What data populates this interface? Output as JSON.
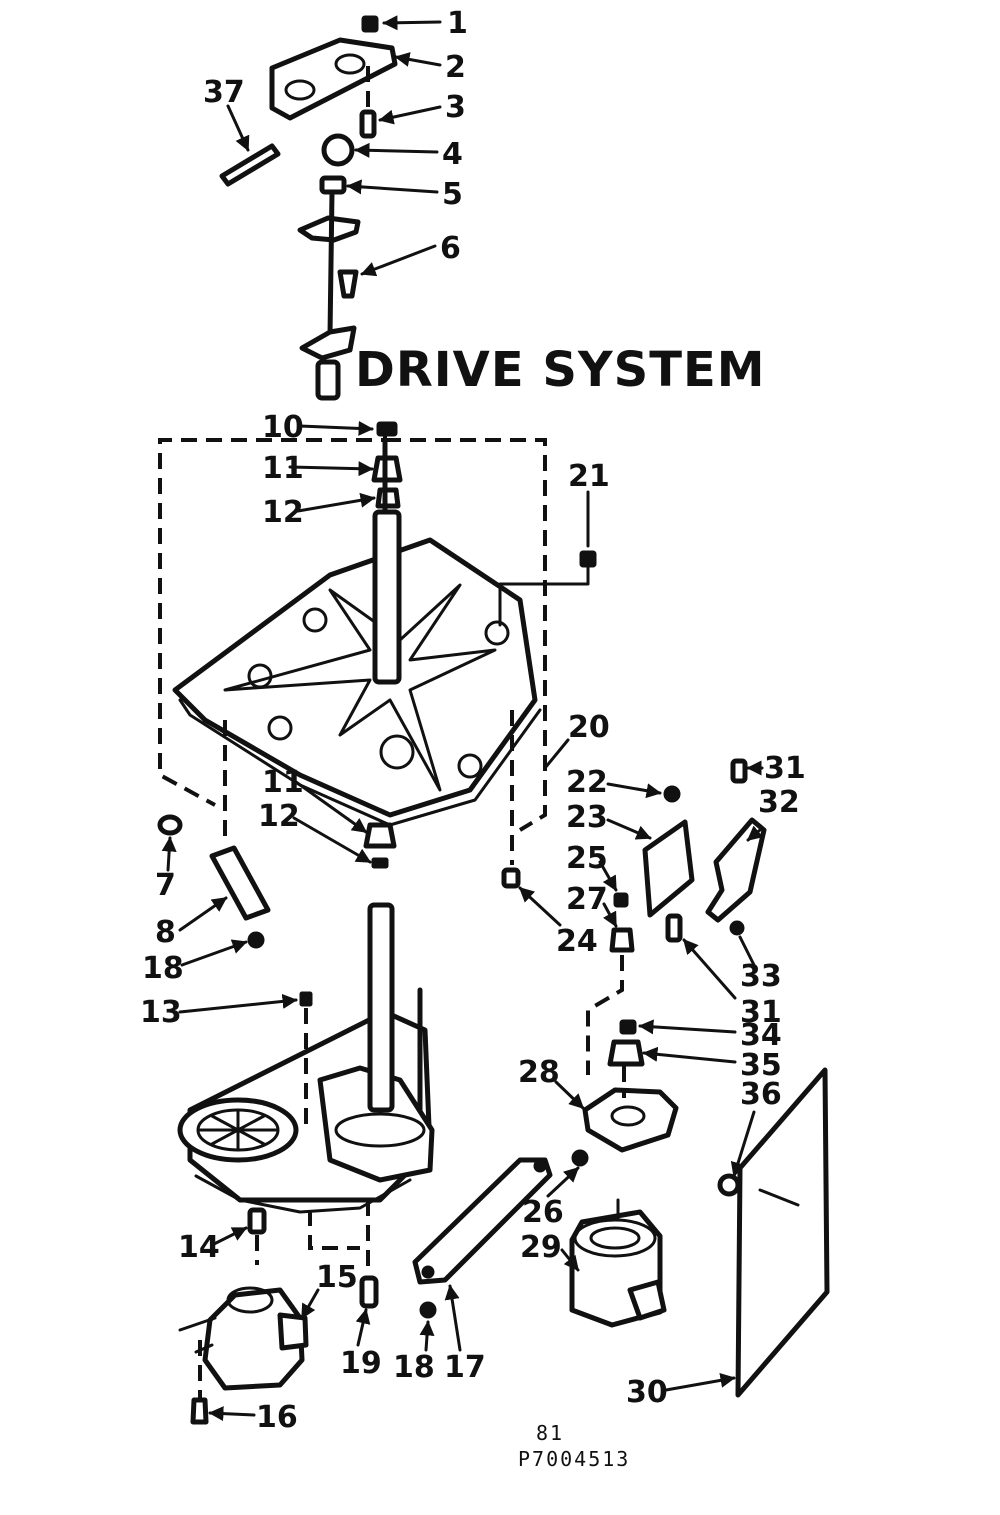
{
  "diagram": {
    "title": "DRIVE SYSTEM",
    "callouts": [
      "1",
      "2",
      "3",
      "4",
      "5",
      "6",
      "37",
      "10",
      "11",
      "12",
      "21",
      "20",
      "11",
      "12",
      "7",
      "8",
      "18",
      "13",
      "22",
      "23",
      "25",
      "27",
      "24",
      "31",
      "32",
      "33",
      "31",
      "34",
      "35",
      "28",
      "36",
      "14",
      "15",
      "16",
      "19",
      "18",
      "17",
      "26",
      "29",
      "30"
    ],
    "footer": {
      "line1": "81",
      "line2": "P7004513"
    }
  }
}
